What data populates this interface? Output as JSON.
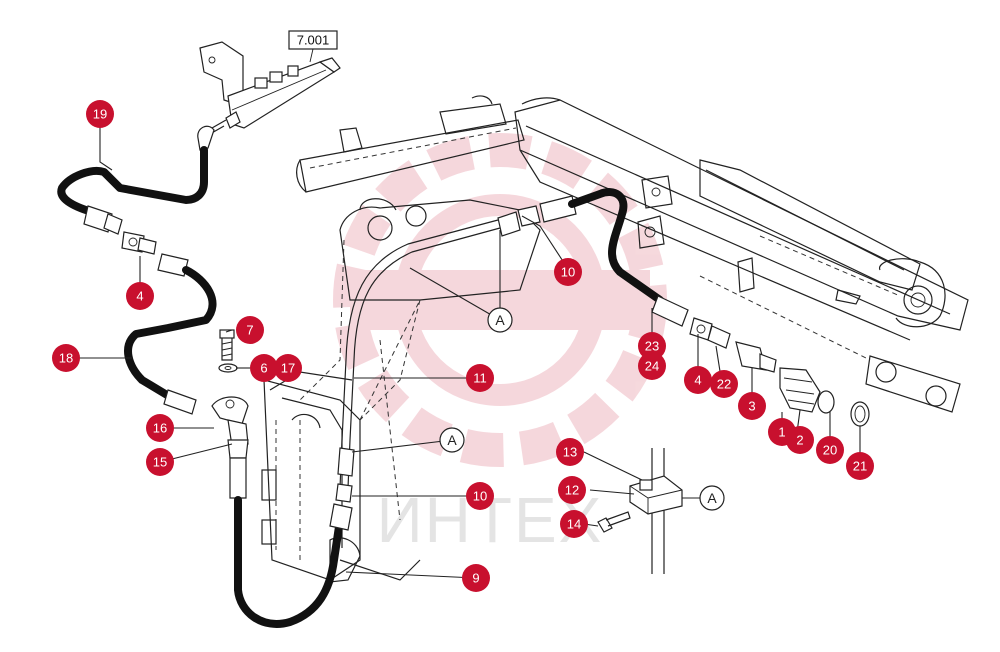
{
  "diagram": {
    "ref_box": "7.001",
    "watermark_text": "ИНТЕХ",
    "accent_color": "#c8102e",
    "callouts": [
      {
        "id": "c19",
        "label": "19"
      },
      {
        "id": "c4a",
        "label": "4"
      },
      {
        "id": "c18",
        "label": "18"
      },
      {
        "id": "c7",
        "label": "7"
      },
      {
        "id": "c6",
        "label": "6"
      },
      {
        "id": "c17",
        "label": "17"
      },
      {
        "id": "c16",
        "label": "16"
      },
      {
        "id": "c15",
        "label": "15"
      },
      {
        "id": "c10a",
        "label": "10"
      },
      {
        "id": "c11",
        "label": "11"
      },
      {
        "id": "c10b",
        "label": "10"
      },
      {
        "id": "c9",
        "label": "9"
      },
      {
        "id": "c23",
        "label": "23"
      },
      {
        "id": "c24",
        "label": "24"
      },
      {
        "id": "c4b",
        "label": "4"
      },
      {
        "id": "c22",
        "label": "22"
      },
      {
        "id": "c3",
        "label": "3"
      },
      {
        "id": "c1",
        "label": "1"
      },
      {
        "id": "c2",
        "label": "2"
      },
      {
        "id": "c20",
        "label": "20"
      },
      {
        "id": "c21",
        "label": "21"
      },
      {
        "id": "c13",
        "label": "13"
      },
      {
        "id": "c12",
        "label": "12"
      },
      {
        "id": "c14",
        "label": "14"
      }
    ],
    "detail_markers": [
      {
        "id": "A1",
        "label": "A"
      },
      {
        "id": "A2",
        "label": "A"
      },
      {
        "id": "A3",
        "label": "A"
      }
    ]
  }
}
